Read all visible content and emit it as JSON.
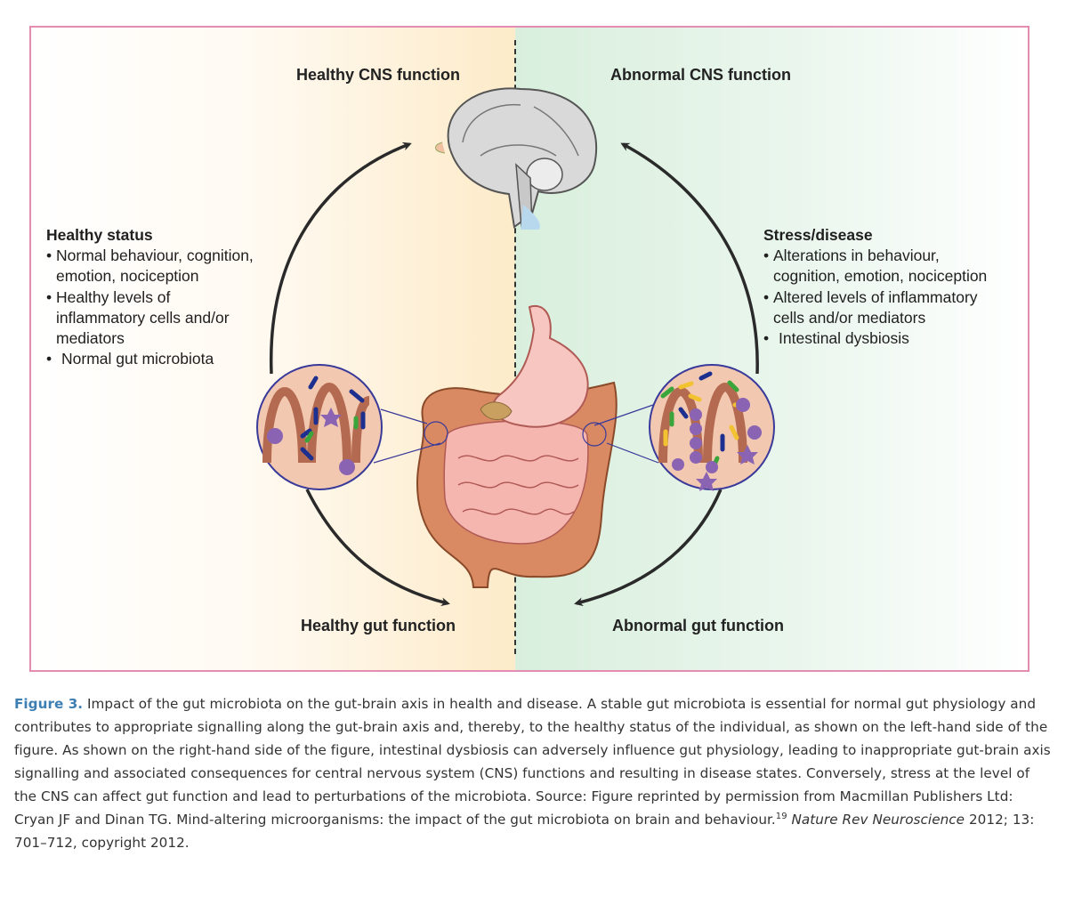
{
  "diagram": {
    "headings": {
      "top_left": "Healthy CNS function",
      "top_right": "Abnormal CNS function",
      "bottom_left": "Healthy gut function",
      "bottom_right": "Abnormal gut function"
    },
    "left_status": {
      "title": "Healthy status",
      "items": [
        "Normal behaviour, cognition,",
        "emotion, nociception",
        "Healthy levels of",
        "inflammatory cells and/or",
        "mediators",
        "Normal gut microbiota"
      ]
    },
    "right_status": {
      "title": "Stress/disease",
      "items": [
        "Alterations in behaviour,",
        "cognition, emotion, nociception",
        "Altered levels of inflammatory",
        "cells and/or mediators",
        "Intestinal dysbiosis"
      ]
    },
    "colors": {
      "frame": "#e58cb2",
      "left_panel": "#fdebc9",
      "right_panel": "#d9efdd",
      "arrow": "#2a2a2a",
      "circle_outline": "#3a3a9a",
      "microbe_blue": "#1d2f8f",
      "microbe_green": "#3aa53a",
      "microbe_yellow": "#f2c230",
      "immune_cell": "#8a63b3"
    },
    "icons": [
      "brain-icon",
      "gut-icon",
      "healthy-microbiota-inset-icon",
      "dysbiosis-inset-icon"
    ]
  },
  "caption": {
    "label": "Figure 3.",
    "text": "Impact of the gut microbiota on the gut-brain axis in health and disease. A stable gut microbiota is essential for normal gut physiology and contributes to appropriate signalling along the gut-brain axis and, thereby, to the healthy status of the individual, as shown on the left-hand side of the figure. As shown on the right-hand side of the figure, intestinal dysbiosis can adversely influence gut physiology, leading to inappropriate gut-brain axis signalling and associated consequences for central nervous system (CNS) functions and resulting in disease states. Conversely, stress at the level of the CNS can affect gut function and lead to perturbations of the microbiota. Source: Figure reprinted by permission from Macmillan Publishers Ltd: Cryan JF and Dinan TG. Mind-altering microorganisms: the impact of the gut microbiota on brain and behaviour.",
    "ref": "19",
    "journal": "Nature Rev Neuroscience",
    "tail": " 2012; 13: 701–712, copyright 2012."
  }
}
